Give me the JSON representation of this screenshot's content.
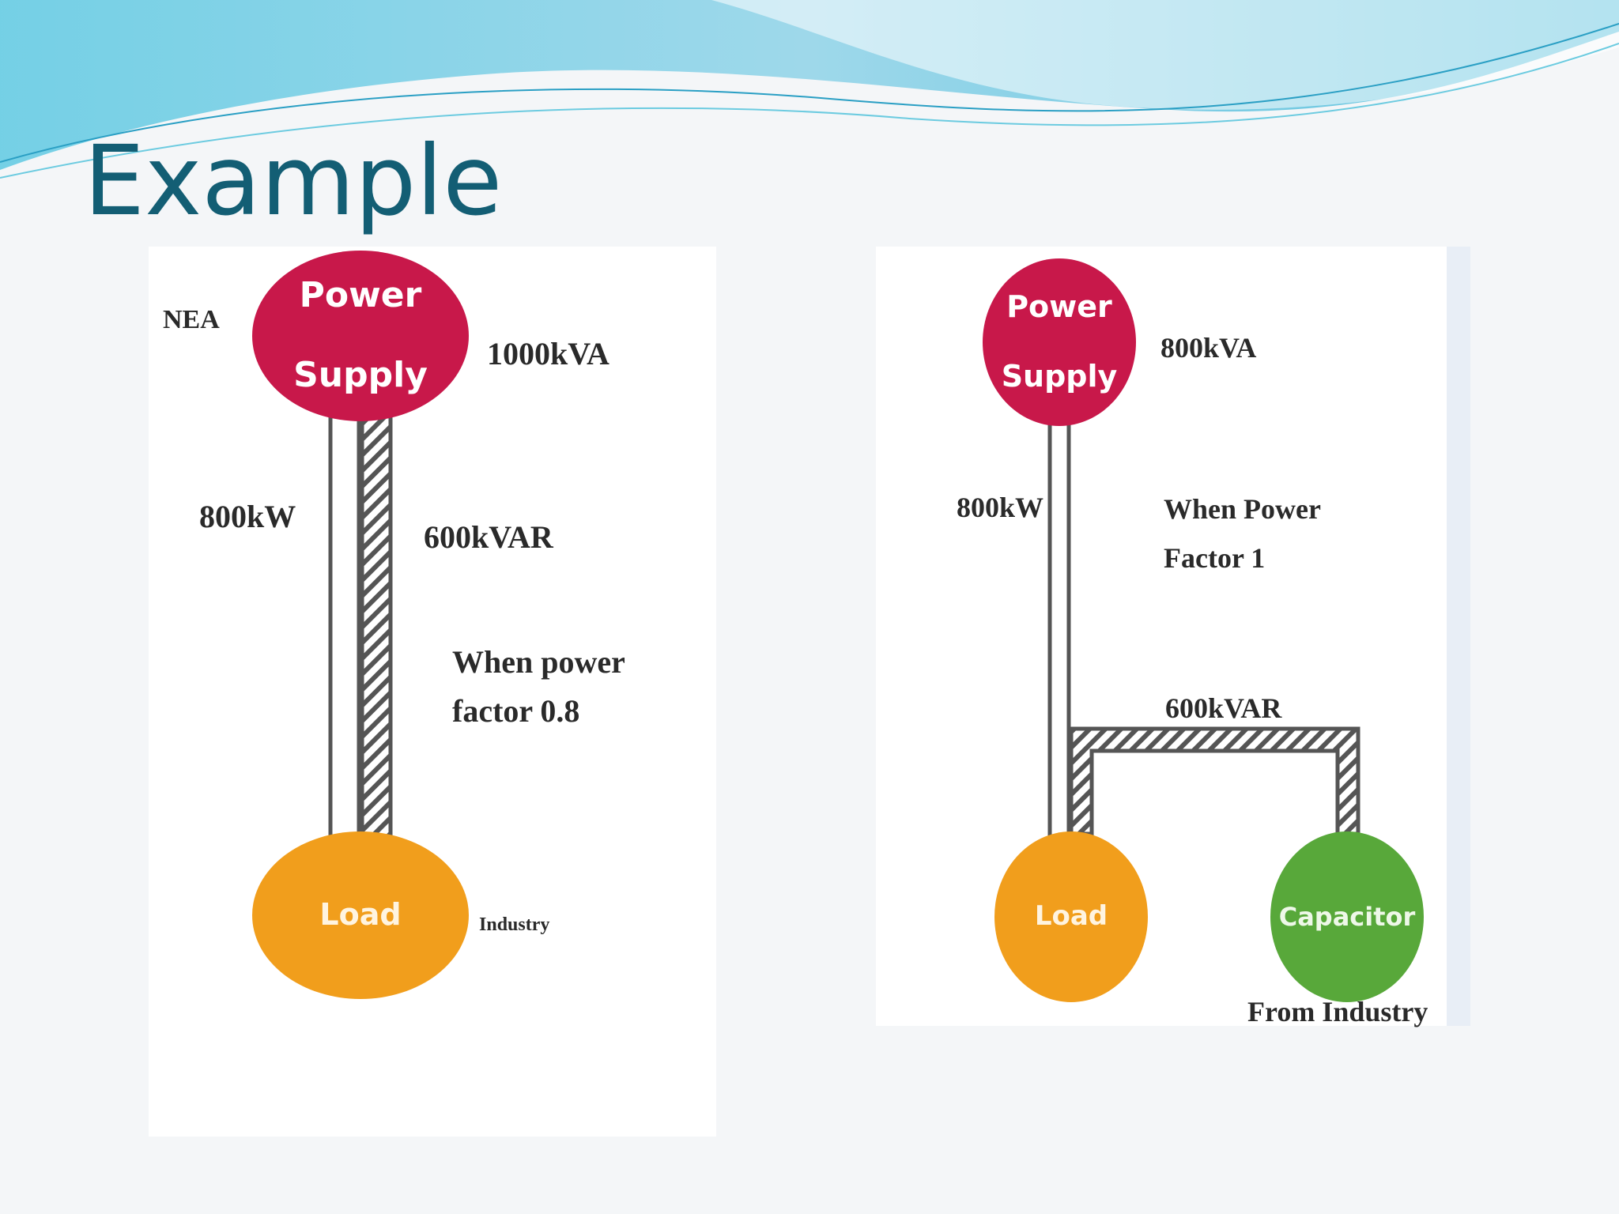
{
  "slide": {
    "title": "Example"
  },
  "left_diagram": {
    "source_label": "NEA",
    "supply_node": "Power Supply",
    "apparent_power": "1000kVA",
    "real_power": "800kW",
    "reactive_power": "600kVAR",
    "note_line1": "When power",
    "note_line2": "factor 0.8",
    "load_node": "Load",
    "load_label": "Industry"
  },
  "right_diagram": {
    "supply_node": "Power Supply",
    "apparent_power": "800kVA",
    "real_power": "800kW",
    "note_line1": "When Power",
    "note_line2": "Factor 1",
    "reactive_power": "600kVAR",
    "load_node": "Load",
    "capacitor_node": "Capacitor",
    "capacitor_label": "From Industry"
  },
  "colors": {
    "title": "#135e74",
    "power_supply": "#c8184a",
    "load": "#f19e1c",
    "capacitor": "#58a83a"
  }
}
